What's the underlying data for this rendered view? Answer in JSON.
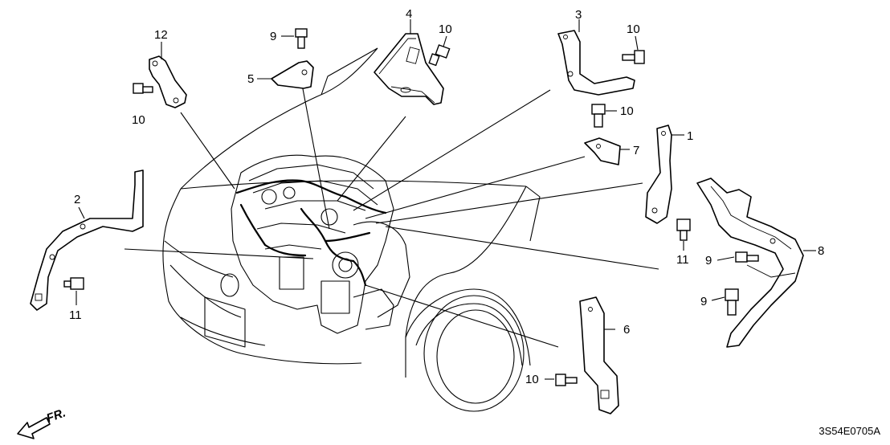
{
  "figure": {
    "drawing_code": "3S54E0705A",
    "direction_label": "FR."
  },
  "callouts": [
    {
      "id": "c1",
      "label": "1"
    },
    {
      "id": "c2",
      "label": "2"
    },
    {
      "id": "c3",
      "label": "3"
    },
    {
      "id": "c4",
      "label": "4"
    },
    {
      "id": "c5",
      "label": "5"
    },
    {
      "id": "c6",
      "label": "6"
    },
    {
      "id": "c7",
      "label": "7"
    },
    {
      "id": "c8",
      "label": "8"
    },
    {
      "id": "c9a",
      "label": "9"
    },
    {
      "id": "c9b",
      "label": "9"
    },
    {
      "id": "c9c",
      "label": "9"
    },
    {
      "id": "c10a",
      "label": "10"
    },
    {
      "id": "c10b",
      "label": "10"
    },
    {
      "id": "c10c",
      "label": "10"
    },
    {
      "id": "c10d",
      "label": "10"
    },
    {
      "id": "c10e",
      "label": "10"
    },
    {
      "id": "c11a",
      "label": "11"
    },
    {
      "id": "c11b",
      "label": "11"
    },
    {
      "id": "c12",
      "label": "12"
    }
  ]
}
